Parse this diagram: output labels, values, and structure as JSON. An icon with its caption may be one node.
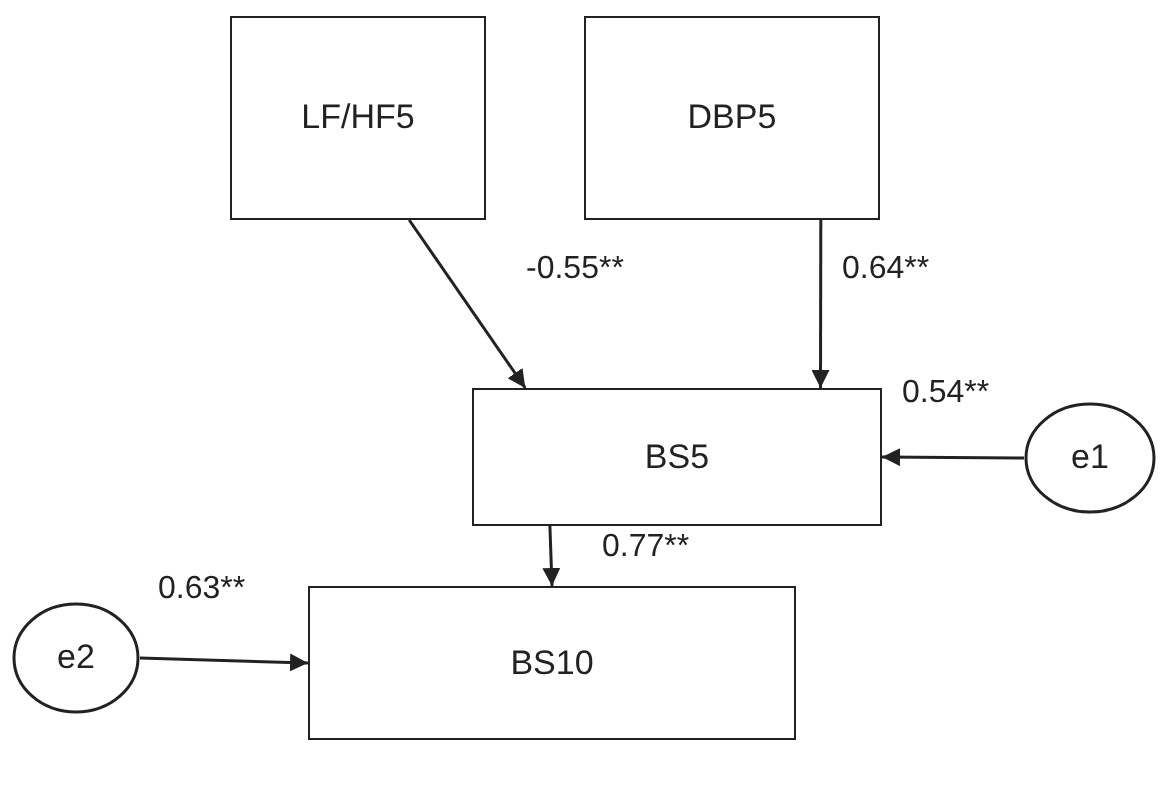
{
  "diagram": {
    "nodes": [
      {
        "text": [
          "LF/HF5"
        ]
      },
      {
        "text": [
          "DBP5"
        ]
      },
      {
        "text": [
          "BS5"
        ]
      },
      {
        "text": [
          "e1"
        ]
      },
      {
        "text": [
          "BS10"
        ]
      },
      {
        "text": [
          "e2"
        ]
      }
    ],
    "edges": [
      {
        "from": 0,
        "to": 2,
        "arrow": "to",
        "label": "-0.55**"
      },
      {
        "from": 1,
        "to": 2,
        "arrow": "to",
        "label": "0.64**"
      },
      {
        "from": 3,
        "to": 2,
        "arrow": "to",
        "label": "0.54**"
      },
      {
        "from": 2,
        "to": 4,
        "arrow": "to",
        "label": "0.77**"
      },
      {
        "from": 5,
        "to": 4,
        "arrow": "to",
        "label": "0.63**"
      }
    ]
  }
}
